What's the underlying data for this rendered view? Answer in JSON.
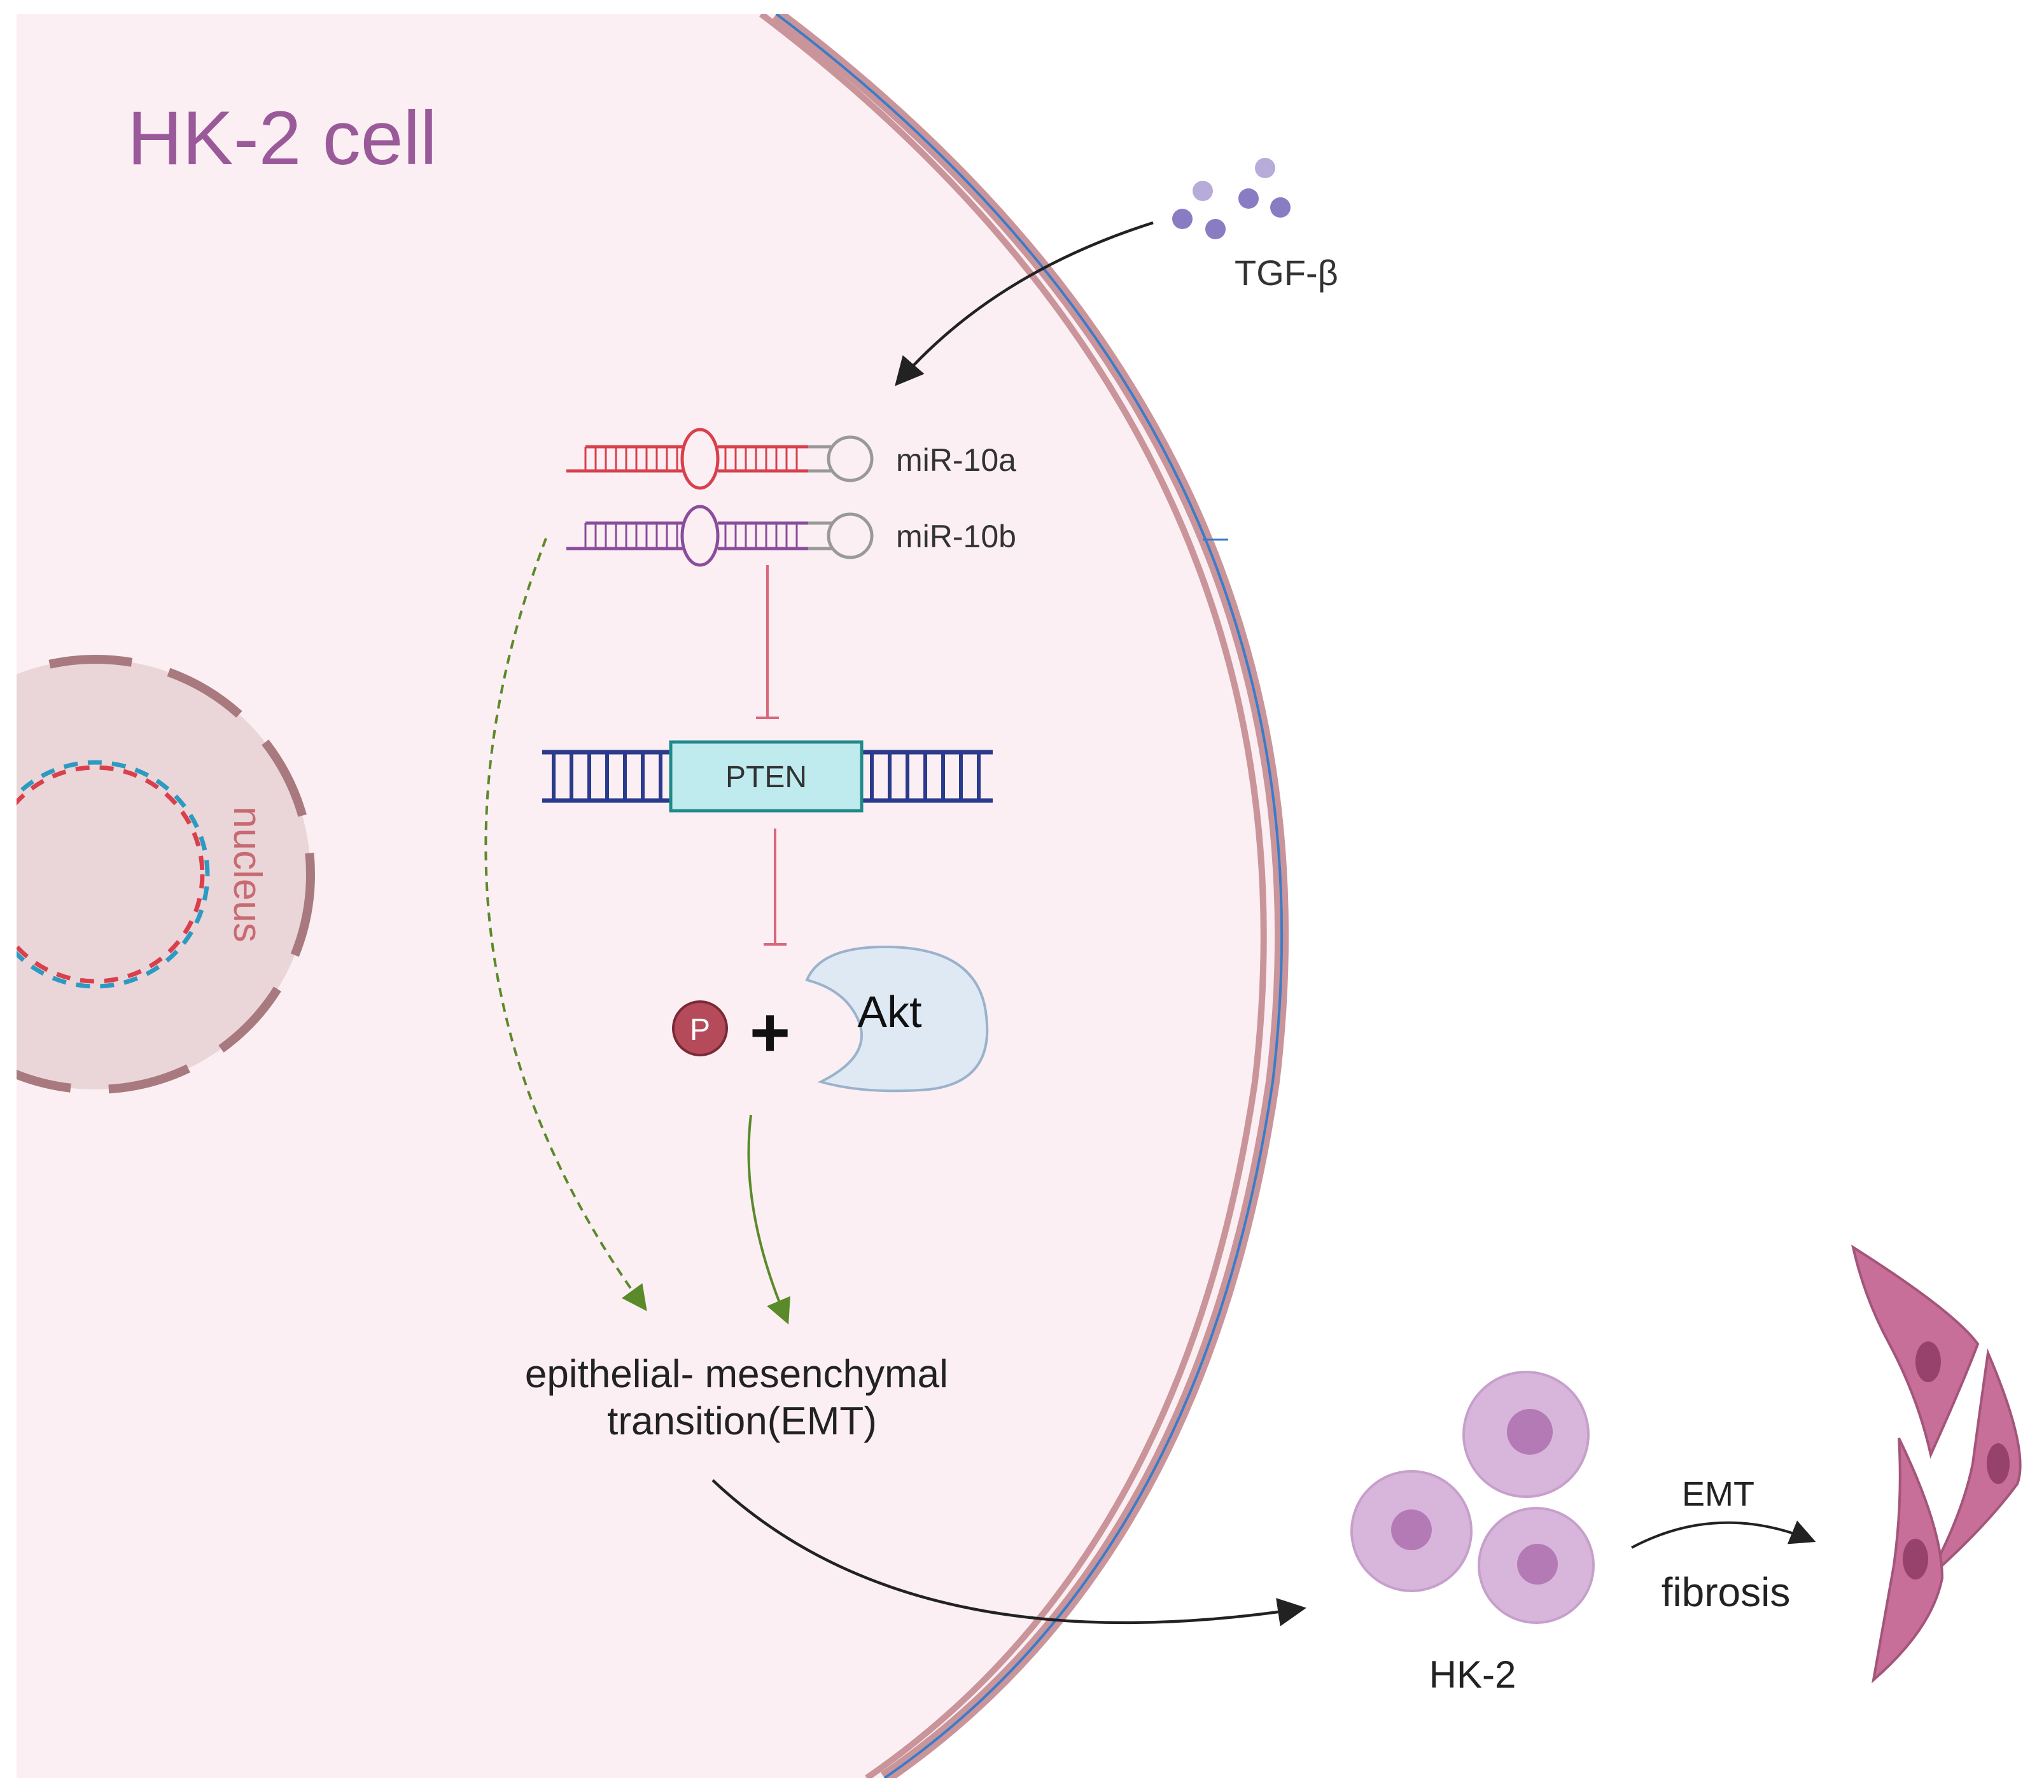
{
  "title": "HK-2 cell",
  "nucleus_label": "nucleus",
  "ligand_label": "TGF-β",
  "mirna": [
    {
      "label": "miR-10a",
      "color": "#d9404b"
    },
    {
      "label": "miR-10b",
      "color": "#8a4c9c"
    }
  ],
  "gene_label": "PTEN",
  "phospho_label": "P",
  "plus_sign": "+",
  "kinase_label": "Akt",
  "process_label": [
    "epithelial- mesenchymal",
    "transition(EMT)"
  ],
  "cell_group_label": "HK-2",
  "arrow_top_label": "EMT",
  "arrow_bottom_label": "fibrosis",
  "colors": {
    "cytoplasm": "#fbeff3",
    "membrane": "#c9959a",
    "membrane_inner": "#3a7cc9",
    "nucleus_fill": "#ead6d8",
    "inhibition": "#d9667a",
    "activation": "#5a8a2a",
    "title": "#9a5a9a",
    "dna": "#2b3a8c",
    "gene_box": "#bfeaee",
    "ligand": "#8a7cc2",
    "hk2_cells": "#d8b6dc",
    "fibroblast": "#c76f98"
  }
}
